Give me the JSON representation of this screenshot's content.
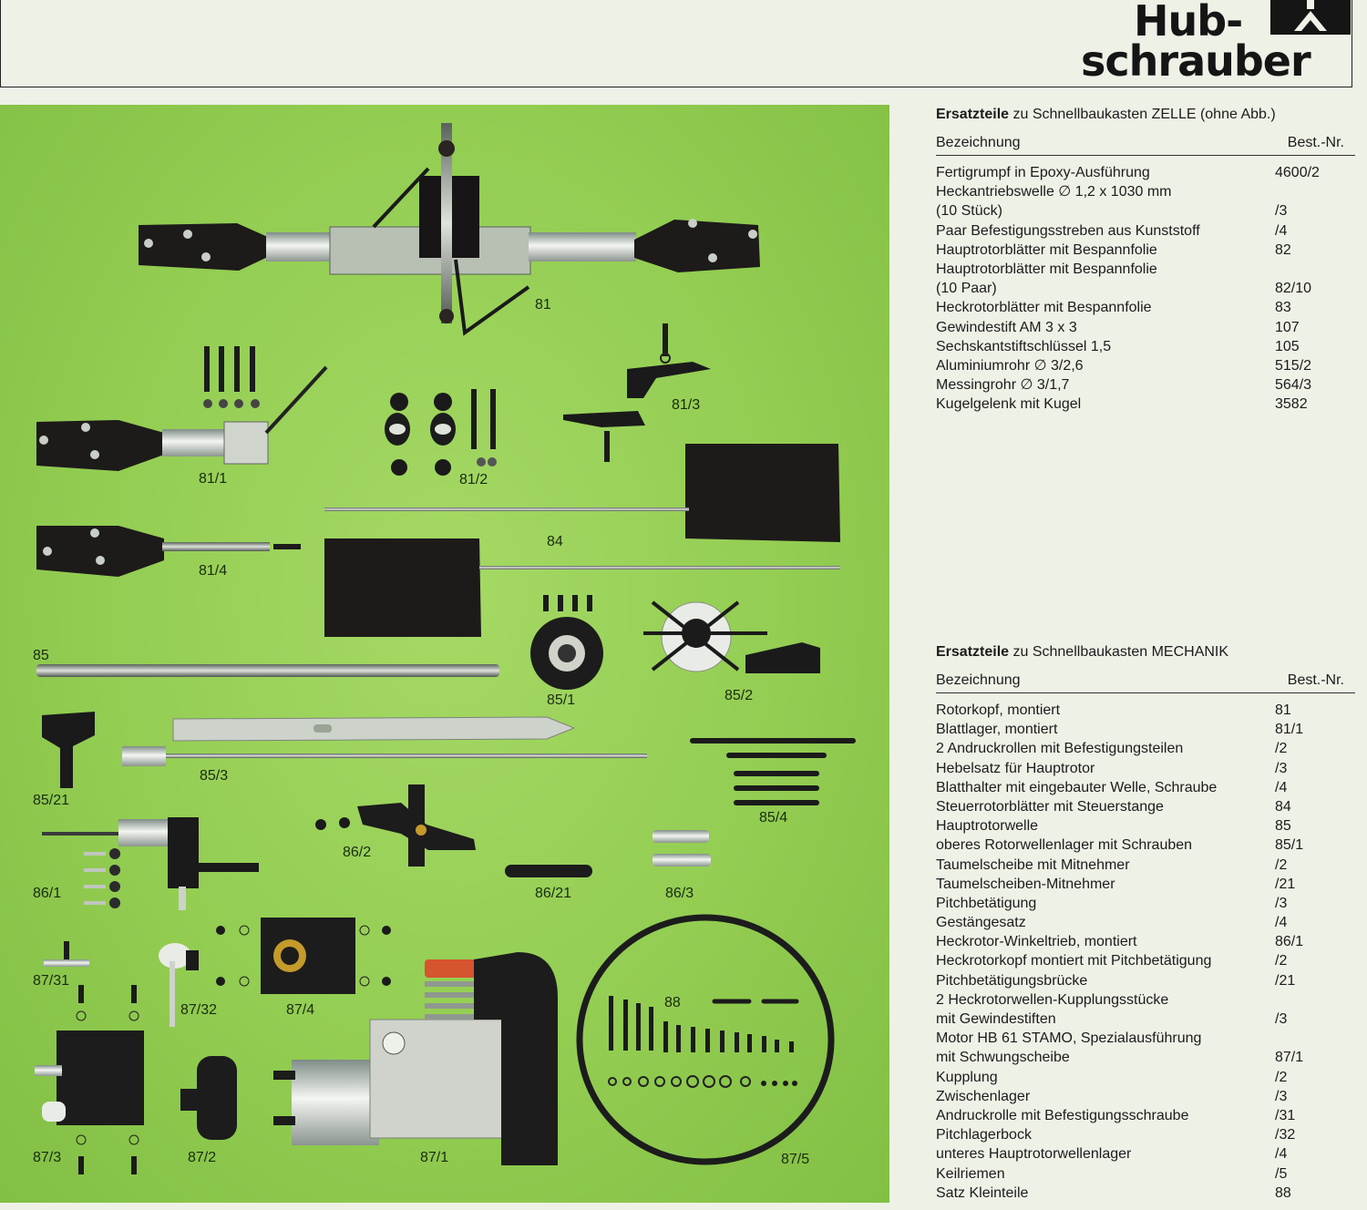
{
  "header": {
    "title_line1": "Hub-",
    "title_line2": "schrauber",
    "logo": "helicopter-logo-icon"
  },
  "figure_labels": [
    {
      "id": "81",
      "text": "81"
    },
    {
      "id": "81-1",
      "text": "81/1"
    },
    {
      "id": "81-2",
      "text": "81/2"
    },
    {
      "id": "81-3",
      "text": "81/3"
    },
    {
      "id": "81-4",
      "text": "81/4"
    },
    {
      "id": "84",
      "text": "84"
    },
    {
      "id": "85",
      "text": "85"
    },
    {
      "id": "85-1",
      "text": "85/1"
    },
    {
      "id": "85-2",
      "text": "85/2"
    },
    {
      "id": "85-3",
      "text": "85/3"
    },
    {
      "id": "85-4",
      "text": "85/4"
    },
    {
      "id": "85-21",
      "text": "85/21"
    },
    {
      "id": "86-1",
      "text": "86/1"
    },
    {
      "id": "86-2",
      "text": "86/2"
    },
    {
      "id": "86-21",
      "text": "86/21"
    },
    {
      "id": "86-3",
      "text": "86/3"
    },
    {
      "id": "87-31",
      "text": "87/31"
    },
    {
      "id": "87-32",
      "text": "87/32"
    },
    {
      "id": "87-4",
      "text": "87/4"
    },
    {
      "id": "88",
      "text": "88"
    },
    {
      "id": "87-3",
      "text": "87/3"
    },
    {
      "id": "87-2",
      "text": "87/2"
    },
    {
      "id": "87-1",
      "text": "87/1"
    },
    {
      "id": "87-5",
      "text": "87/5"
    }
  ],
  "zelle": {
    "title_bold": "Ersatzteile",
    "title_rest": " zu Schnellbaukasten ZELLE (ohne Abb.)",
    "col_name": "Bezeichnung",
    "col_no": "Best.-Nr.",
    "rows": [
      {
        "name": "Fertigrumpf in Epoxy-Ausführung",
        "no": "4600/2"
      },
      {
        "name": "Heckantriebswelle ∅ 1,2 x 1030 mm",
        "no": ""
      },
      {
        "name": "(10 Stück)",
        "no": "/3"
      },
      {
        "name": "Paar Befestigungsstreben aus Kunststoff",
        "no": "/4"
      },
      {
        "name": "Hauptrotorblätter mit Bespannfolie",
        "no": "82"
      },
      {
        "name": "Hauptrotorblätter mit Bespannfolie",
        "no": ""
      },
      {
        "name": "(10 Paar)",
        "no": "82/10"
      },
      {
        "name": "Heckrotorblätter mit Bespannfolie",
        "no": "83"
      },
      {
        "name": "Gewindestift AM 3 x 3",
        "no": "107"
      },
      {
        "name": "Sechskantstiftschlüssel 1,5",
        "no": "105"
      },
      {
        "name": "Aluminiumrohr ∅ 3/2,6",
        "no": "515/2"
      },
      {
        "name": "Messingrohr ∅ 3/1,7",
        "no": "564/3"
      },
      {
        "name": "Kugelgelenk mit Kugel",
        "no": "3582"
      }
    ]
  },
  "mechanik": {
    "title_bold": "Ersatzteile",
    "title_rest": " zu Schnellbaukasten MECHANIK",
    "col_name": "Bezeichnung",
    "col_no": "Best.-Nr.",
    "rows": [
      {
        "name": "Rotorkopf, montiert",
        "no": "81"
      },
      {
        "name": "Blattlager, montiert",
        "no": "81/1"
      },
      {
        "name": "2 Andruckrollen mit Befestigungsteilen",
        "no": "/2"
      },
      {
        "name": "Hebelsatz für Hauptrotor",
        "no": "/3"
      },
      {
        "name": "Blatthalter mit eingebauter Welle, Schraube",
        "no": "/4"
      },
      {
        "name": "Steuerrotorblätter mit Steuerstange",
        "no": "84"
      },
      {
        "name": "Hauptrotorwelle",
        "no": "85"
      },
      {
        "name": "oberes Rotorwellenlager mit Schrauben",
        "no": "85/1"
      },
      {
        "name": "Taumelscheibe mit Mitnehmer",
        "no": "/2"
      },
      {
        "name": "Taumelscheiben-Mitnehmer",
        "no": "/21"
      },
      {
        "name": "Pitchbetätigung",
        "no": "/3"
      },
      {
        "name": "Gestängesatz",
        "no": "/4"
      },
      {
        "name": "Heckrotor-Winkeltrieb, montiert",
        "no": "86/1"
      },
      {
        "name": "Heckrotorkopf montiert mit Pitchbetätigung",
        "no": "/2"
      },
      {
        "name": "Pitchbetätigungsbrücke",
        "no": "/21"
      },
      {
        "name": "2 Heckrotorwellen-Kupplungsstücke",
        "no": ""
      },
      {
        "name": "mit Gewindestiften",
        "no": "/3"
      },
      {
        "name": "Motor HB 61 STAMO, Spezialausführung",
        "no": ""
      },
      {
        "name": "mit Schwungscheibe",
        "no": "87/1"
      },
      {
        "name": "Kupplung",
        "no": "/2"
      },
      {
        "name": "Zwischenlager",
        "no": "/3"
      },
      {
        "name": "Andruckrolle mit Befestigungsschraube",
        "no": "/31"
      },
      {
        "name": "Pitchlagerbock",
        "no": "/32"
      },
      {
        "name": "unteres Hauptrotorwellenlager",
        "no": "/4"
      },
      {
        "name": "Keilriemen",
        "no": "/5"
      },
      {
        "name": "Satz Kleinteile",
        "no": "88"
      }
    ]
  }
}
